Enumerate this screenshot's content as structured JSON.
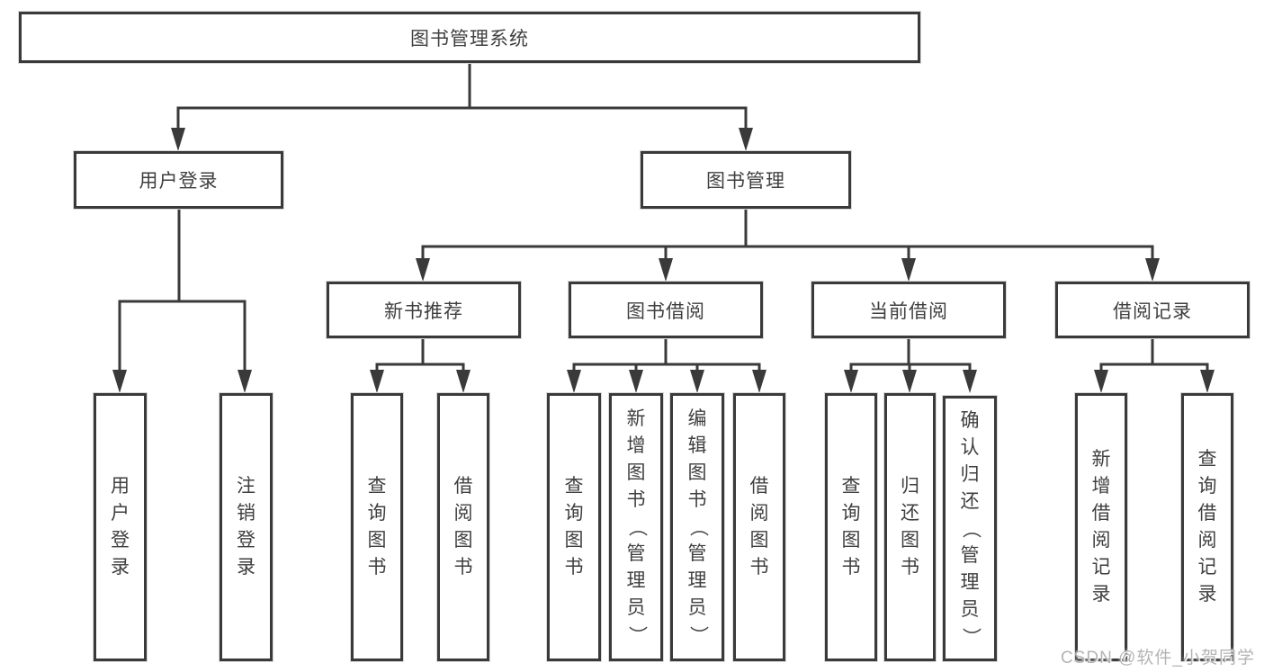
{
  "colors": {
    "line": "#3a3a3a",
    "text": "#3f3f3f",
    "watermark": "#b4b4b4",
    "background": "#ffffff"
  },
  "watermark": {
    "text": "CSDN @软件_小贺同学"
  },
  "tree": {
    "label": "图书管理系统",
    "children": [
      {
        "label": "用户登录",
        "children": [
          {
            "label": "用户登录"
          },
          {
            "label": "注销登录"
          }
        ]
      },
      {
        "label": "图书管理",
        "children": [
          {
            "label": "新书推荐",
            "children": [
              {
                "label": "查询图书"
              },
              {
                "label": "借阅图书"
              }
            ]
          },
          {
            "label": "图书借阅",
            "children": [
              {
                "label": "查询图书"
              },
              {
                "label": "新增图书（管理员）"
              },
              {
                "label": "编辑图书（管理员）"
              },
              {
                "label": "借阅图书"
              }
            ]
          },
          {
            "label": "当前借阅",
            "children": [
              {
                "label": "查询图书"
              },
              {
                "label": "归还图书"
              },
              {
                "label": "确认归还（管理员）"
              }
            ]
          },
          {
            "label": "借阅记录",
            "children": [
              {
                "label": "新增借阅记录"
              },
              {
                "label": "查询借阅记录"
              }
            ]
          }
        ]
      }
    ]
  }
}
